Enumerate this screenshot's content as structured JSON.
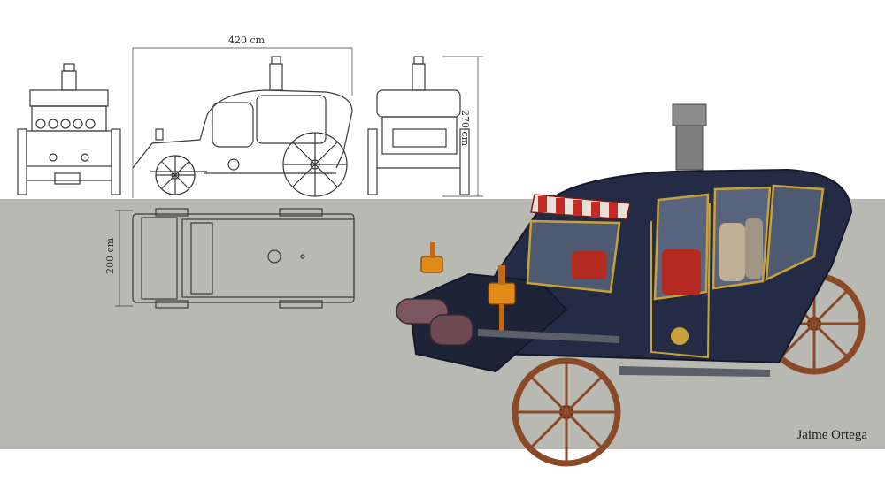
{
  "dimensions": {
    "length_label": "420 cm",
    "height_label": "270 cm",
    "width_label": "200 cm"
  },
  "artist": "Jaime Ortega",
  "colors": {
    "background": "#ffffff",
    "ground_band": "#b8b9b2",
    "line_art": "#3a3a3a",
    "body_navy": "#232c44",
    "trim_gold": "#c9a13a",
    "wheel_wood": "#8a4a28",
    "seat_red": "#b42a20",
    "lamp_orange": "#e08a1a"
  }
}
